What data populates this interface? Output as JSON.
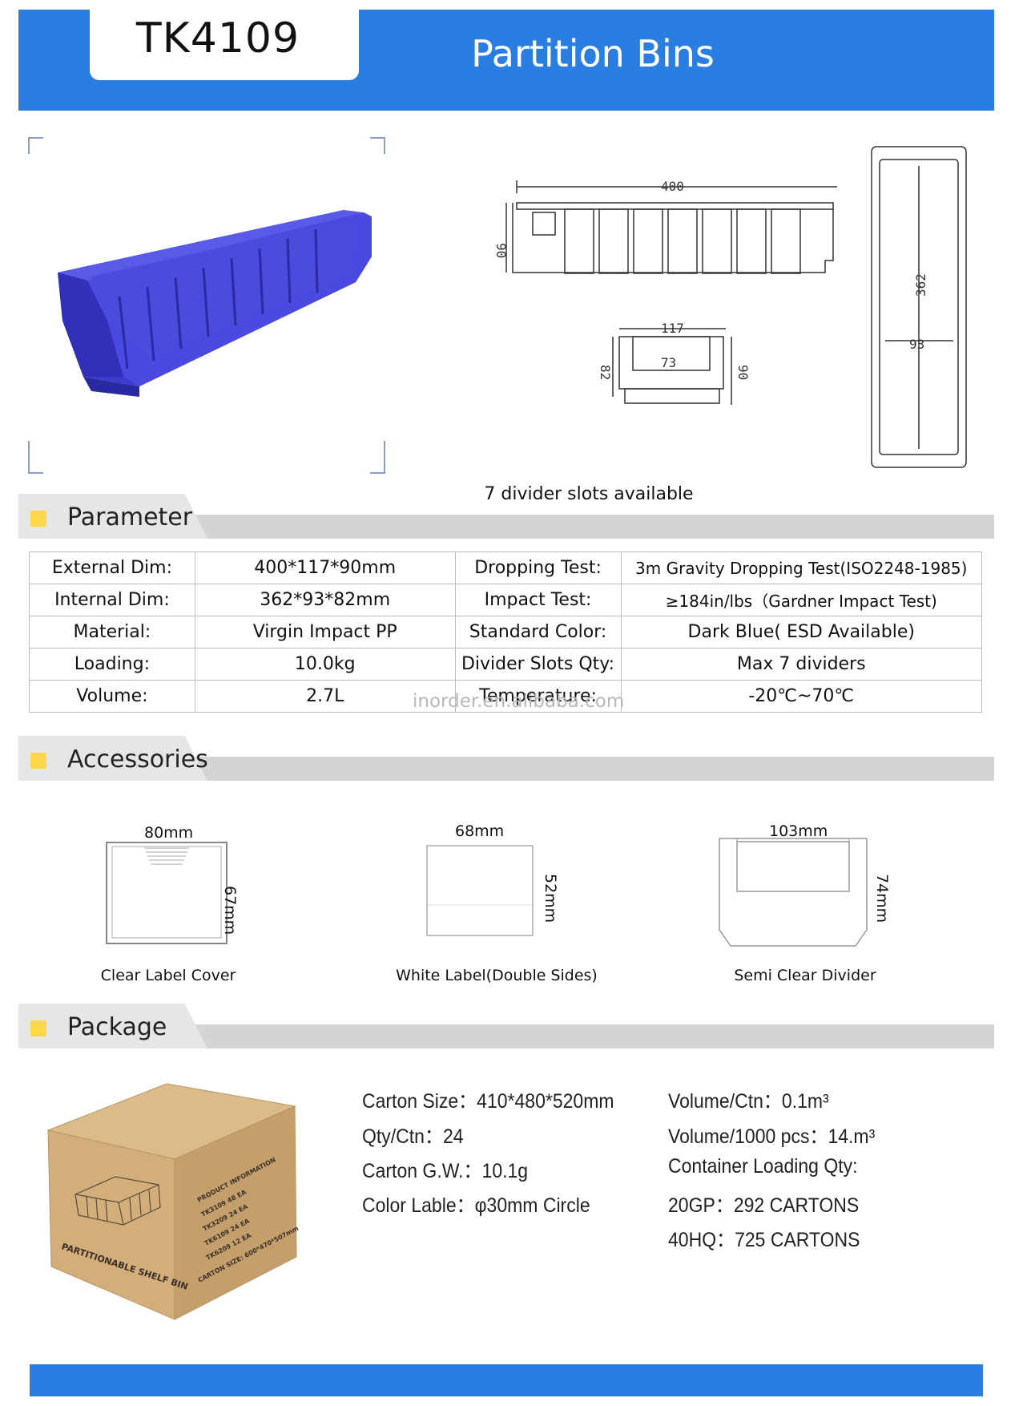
{
  "header": {
    "model": "TK4109",
    "title": "Partition Bins"
  },
  "drawing": {
    "caption": "7 divider slots available",
    "dims": {
      "length": "400",
      "height": "90",
      "width": "117",
      "inner_width": "73",
      "inner_height": "82",
      "side_height": "90",
      "inner_length": "362",
      "top_inner_width": "93"
    }
  },
  "parameter": {
    "title": "Parameter",
    "rows": [
      {
        "l1": "External Dim:",
        "v1": "400*117*90mm",
        "l2": "Dropping Test:",
        "v2": "3m Gravity Dropping Test(ISO2248-1985)"
      },
      {
        "l1": "Internal Dim:",
        "v1": "362*93*82mm",
        "l2": "Impact Test:",
        "v2": "≥184in/lbs（Gardner Impact Test)"
      },
      {
        "l1": "Material:",
        "v1": "Virgin Impact PP",
        "l2": "Standard Color:",
        "v2": "Dark Blue( ESD Available)"
      },
      {
        "l1": "Loading:",
        "v1": "10.0kg",
        "l2": "Divider Slots Qty:",
        "v2": "Max 7 dividers"
      },
      {
        "l1": "Volume:",
        "v1": "2.7L",
        "l2": "Temperature:",
        "v2": "-20℃~70℃"
      }
    ],
    "watermark": "inorder.en.alibaba.com"
  },
  "accessories": {
    "title": "Accessories",
    "items": [
      {
        "width": "80mm",
        "height": "67mm",
        "caption": "Clear Label Cover"
      },
      {
        "width": "68mm",
        "height": "52mm",
        "caption": "White Label(Double Sides)"
      },
      {
        "width": "103mm",
        "height": "74mm",
        "caption": "Semi Clear Divider"
      }
    ]
  },
  "package": {
    "title": "Package",
    "left": [
      "Carton Size：410*480*520mm",
      "Qty/Ctn：24",
      "Carton G.W.：10.1g",
      "Color Lable：φ30mm Circle"
    ],
    "right": [
      "Volume/Ctn：0.1m³",
      "Volume/1000 pcs：14.m³",
      "Container Loading Qty:",
      "20GP：292 CARTONS",
      "40HQ：725 CARTONS"
    ],
    "box_front": "PARTITIONABLE SHELF BIN",
    "box_side": [
      "PRODUCT INFORMATION",
      "TK3109   48 EA",
      "TK3209   24 EA",
      "TK6109   24 EA",
      "TK6209   12 EA",
      "CARTON SIZE: 600*470*507mm"
    ]
  },
  "colors": {
    "brand_blue": "#2a7de1",
    "bin_blue": "#4444d8",
    "accent_yellow": "#ffd84a"
  }
}
